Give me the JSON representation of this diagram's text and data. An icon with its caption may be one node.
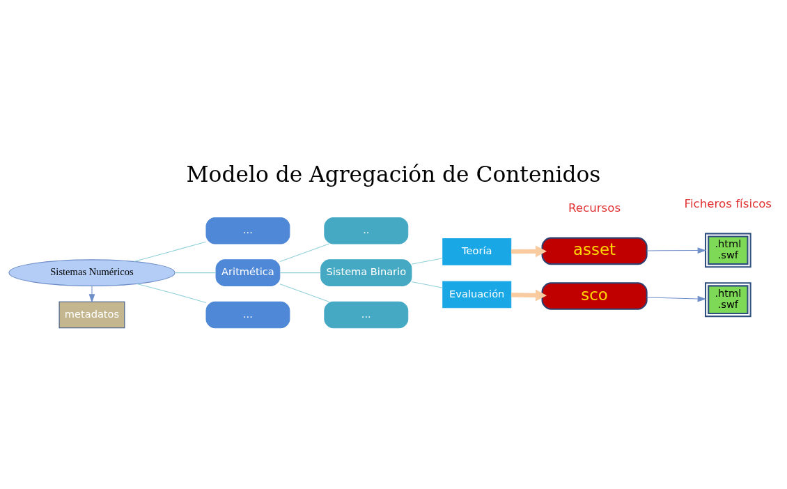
{
  "diagram": {
    "title": "Modelo de Agregación de Contenidos",
    "nodes": [
      {
        "text": [
          "metadatos"
        ]
      },
      {
        "text": [
          "Sistemas Numéricos"
        ]
      },
      {
        "text": [
          "..."
        ]
      },
      {
        "text": [
          "Aritmética"
        ]
      },
      {
        "text": [
          "..."
        ]
      },
      {
        "text": [
          ".."
        ]
      },
      {
        "text": [
          "Sistema Binario"
        ]
      },
      {
        "text": [
          "..."
        ]
      },
      {
        "text": [
          "Teoría"
        ]
      },
      {
        "text": [
          "Evaluación"
        ]
      },
      {
        "text": [
          "asset"
        ]
      },
      {
        "text": [
          "sco"
        ]
      },
      {
        "text": [
          ".html",
          ".swf"
        ]
      },
      {
        "text": [
          ".html",
          ".swf"
        ]
      }
    ],
    "edges": [
      {
        "from": 1,
        "to": 0,
        "arrow": "to",
        "color": "#6f8fc9"
      },
      {
        "from": 1,
        "to": 2,
        "arrow": "none"
      },
      {
        "from": 1,
        "to": 3,
        "arrow": "none"
      },
      {
        "from": 1,
        "to": 4,
        "arrow": "none"
      },
      {
        "from": 3,
        "to": 5,
        "arrow": "none"
      },
      {
        "from": 3,
        "to": 6,
        "arrow": "none"
      },
      {
        "from": 3,
        "to": 7,
        "arrow": "none"
      },
      {
        "from": 6,
        "to": 8,
        "arrow": "none"
      },
      {
        "from": 6,
        "to": 9,
        "arrow": "none"
      },
      {
        "from": 8,
        "to": 10,
        "arrow": "to",
        "style": "thick",
        "color": "#f8cba0"
      },
      {
        "from": 9,
        "to": 11,
        "arrow": "to",
        "style": "thick",
        "color": "#f8cba0"
      },
      {
        "from": 10,
        "to": 12,
        "arrow": "to",
        "color": "#6f8fc9"
      },
      {
        "from": 11,
        "to": 13,
        "arrow": "to",
        "color": "#6f8fc9"
      }
    ],
    "labels": [
      "Recursos",
      "Ficheros físicos"
    ]
  }
}
